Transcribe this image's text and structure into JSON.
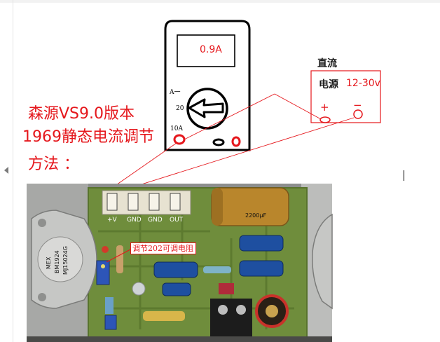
{
  "heading": {
    "line1": "森源VS9.0版本",
    "line2": "1969静态电流调节",
    "line3": "方法 ："
  },
  "meter": {
    "reading": "0.9A",
    "range_label": "A一",
    "scale_20": "20",
    "scale_10a": "10A"
  },
  "power_supply": {
    "type_label": "直流",
    "name": "电源",
    "voltage": "12-30v",
    "plus": "+",
    "minus": "−"
  },
  "photo": {
    "terminal_labels": [
      "+V",
      "GND",
      "GND",
      "OUT"
    ],
    "transistor_marking": [
      "MJ15024G",
      "BM1924",
      "MEX"
    ],
    "capacitor_text": "2200μF",
    "pot_label": "202",
    "annotation": "调节202可调电阻"
  },
  "colors": {
    "title_red": "#e5171c",
    "pcb_green": "#6a8a3a",
    "capacitor_gold": "#b9862c",
    "capacitor_blue": "#1e4fa0"
  }
}
